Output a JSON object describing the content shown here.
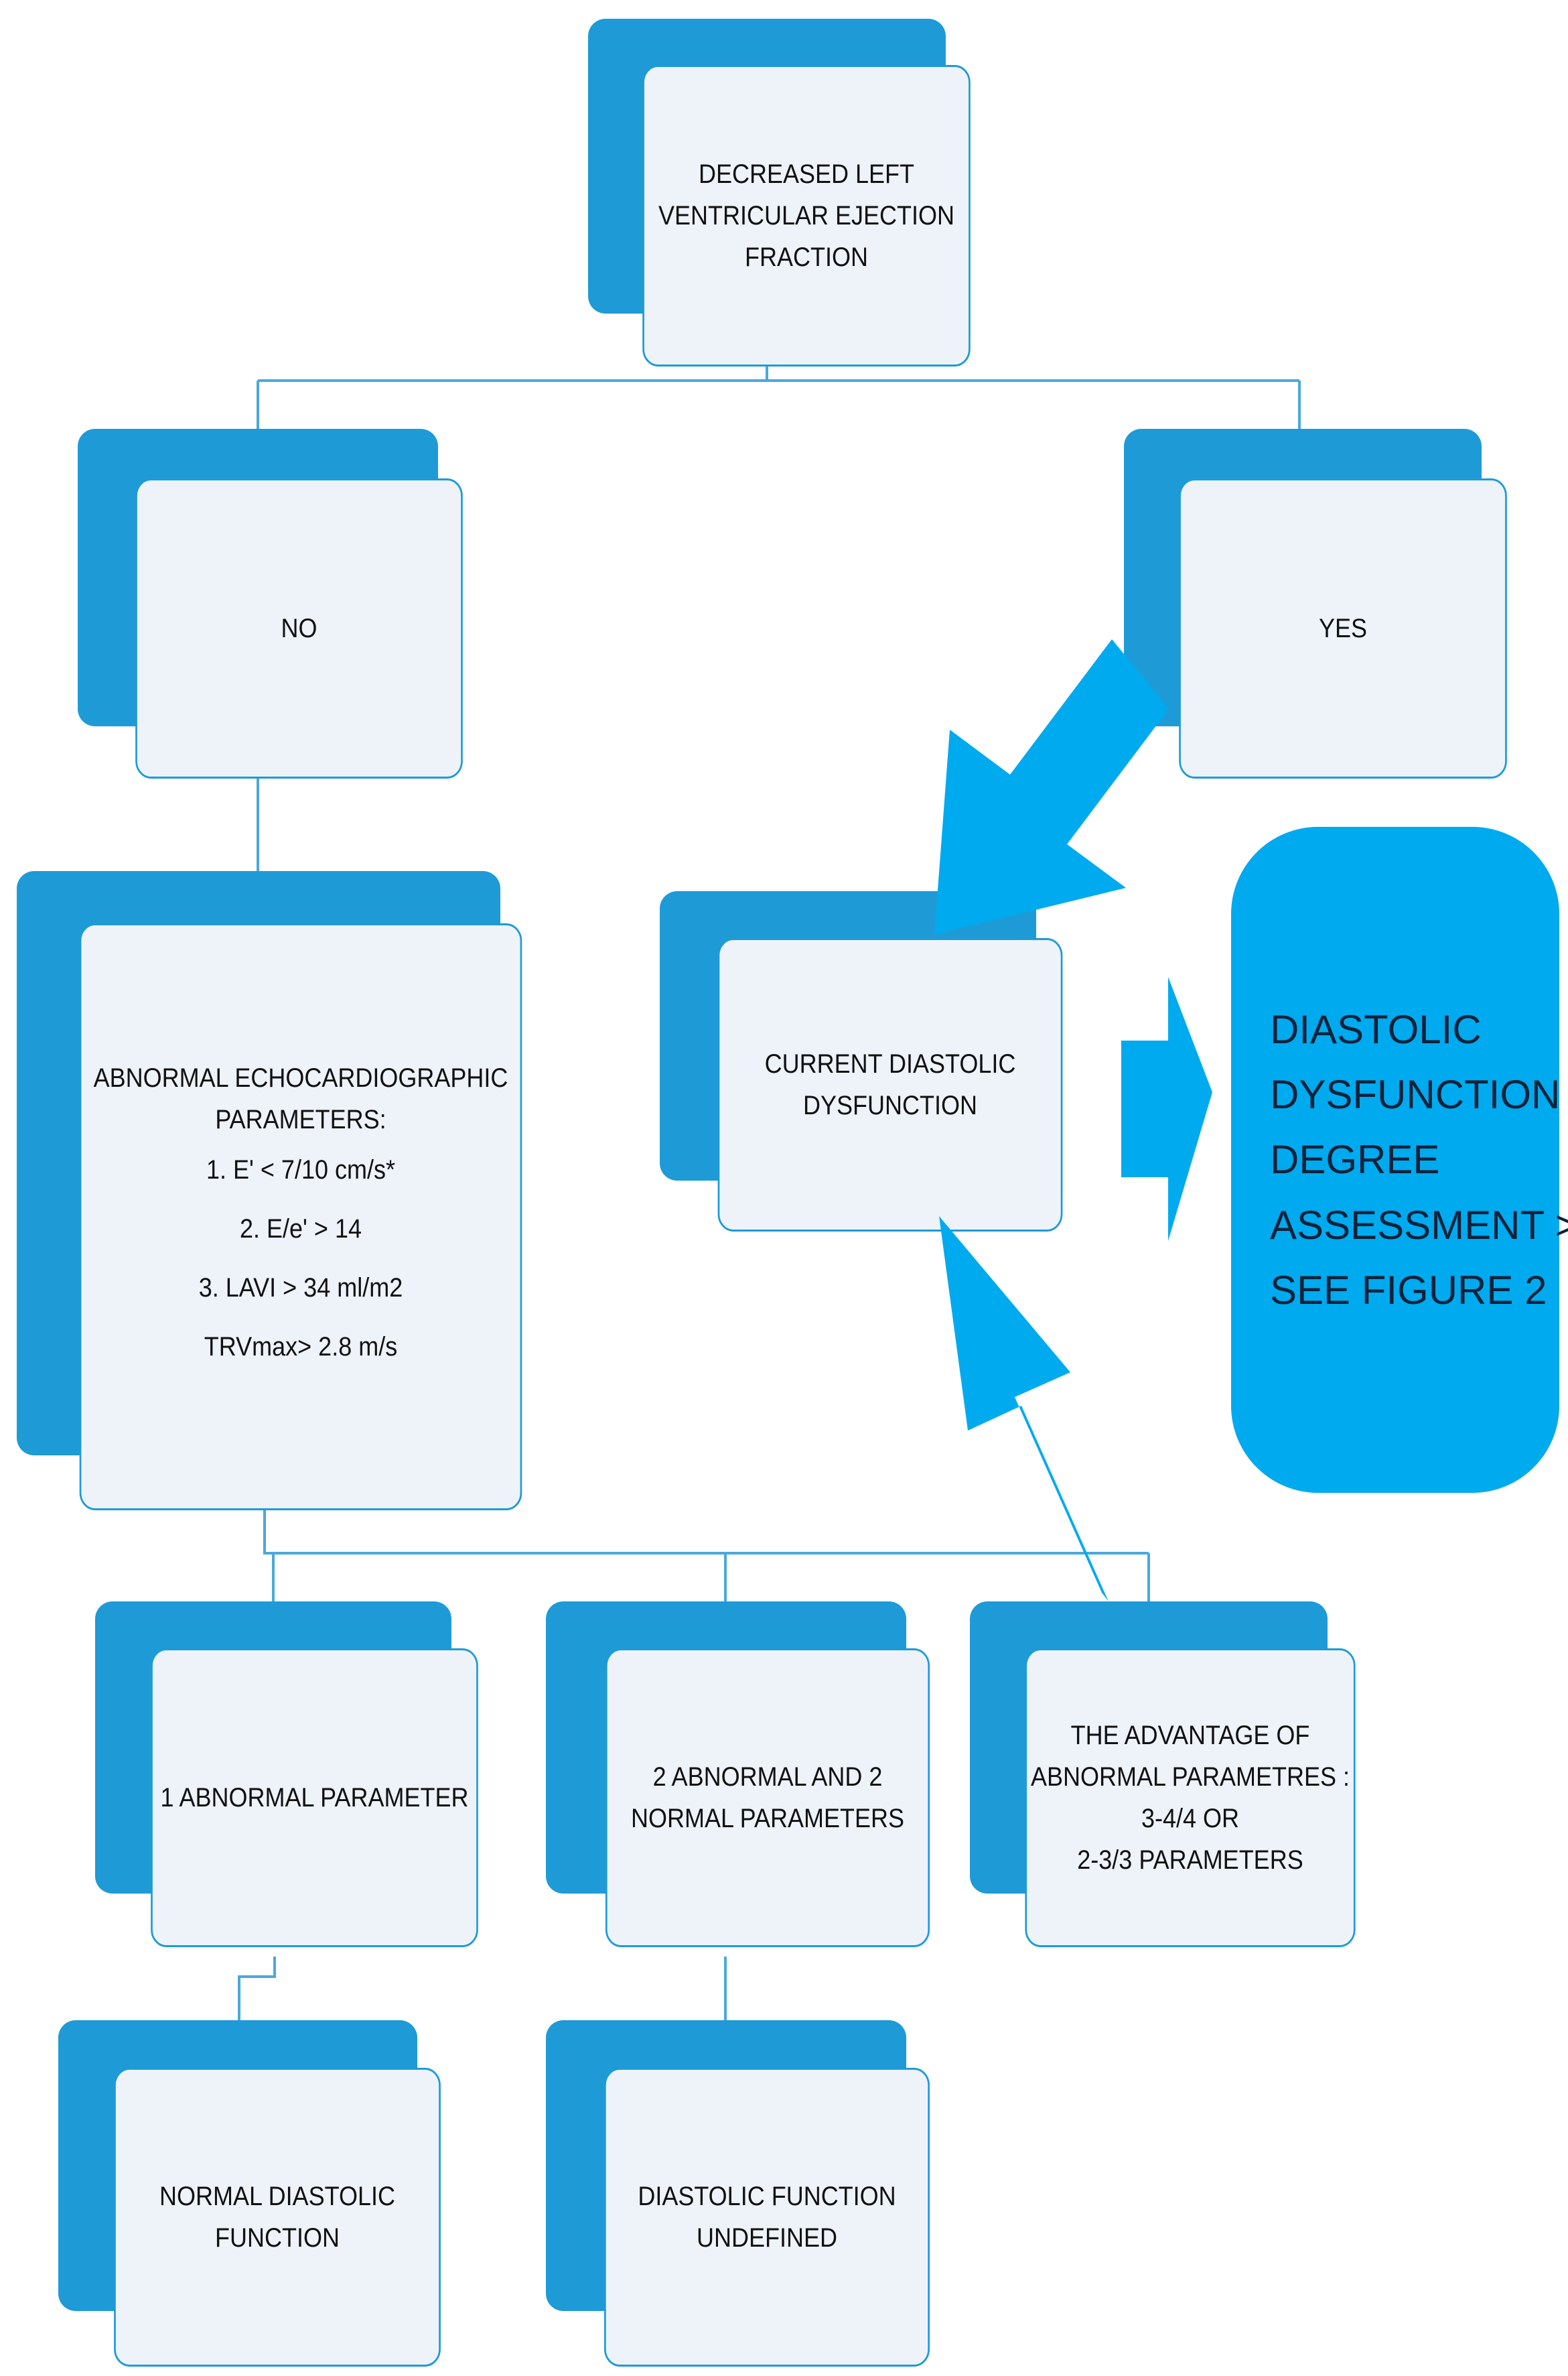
{
  "colors": {
    "box_shadow": "#1e9bd7",
    "box_fill": "#eef3fa",
    "connector": "#4aa8dc",
    "arrow": "#00aaee",
    "final_fill": "#00aaee"
  },
  "nodes": {
    "root": [
      "DECREASED LEFT",
      "VENTRICULAR EJECTION",
      "FRACTION"
    ],
    "no": [
      "NO"
    ],
    "yes": [
      "YES"
    ],
    "criteria": [
      "ABNORMAL ECHOCARDIOGRAPHIC",
      "PARAMETERS:",
      "1. E' < 7/10 cm/s*",
      "2. E/e' > 14",
      "3. LAVI > 34 ml/m2",
      "TRVmax> 2.8 m/s"
    ],
    "current": [
      "CURRENT DIASTOLIC",
      "DYSFUNCTION"
    ],
    "one_abnormal": [
      "1 ABNORMAL PARAMETER"
    ],
    "two_abnormal": [
      "2 ABNORMAL AND 2",
      "NORMAL PARAMETERS"
    ],
    "advantage": [
      "THE ADVANTAGE OF",
      "ABNORMAL PARAMETRES :",
      "3-4/4 OR",
      "2-3/3 PARAMETERS"
    ],
    "normal": [
      "NORMAL DIASTOLIC",
      "FUNCTION"
    ],
    "undefined": [
      "DIASTOLIC FUNCTION",
      "UNDEFINED"
    ],
    "final": [
      "DIASTOLIC",
      "DYSFUNCTION",
      "DEGREE",
      "ASSESSMENT >",
      "SEE FIGURE 2"
    ]
  }
}
